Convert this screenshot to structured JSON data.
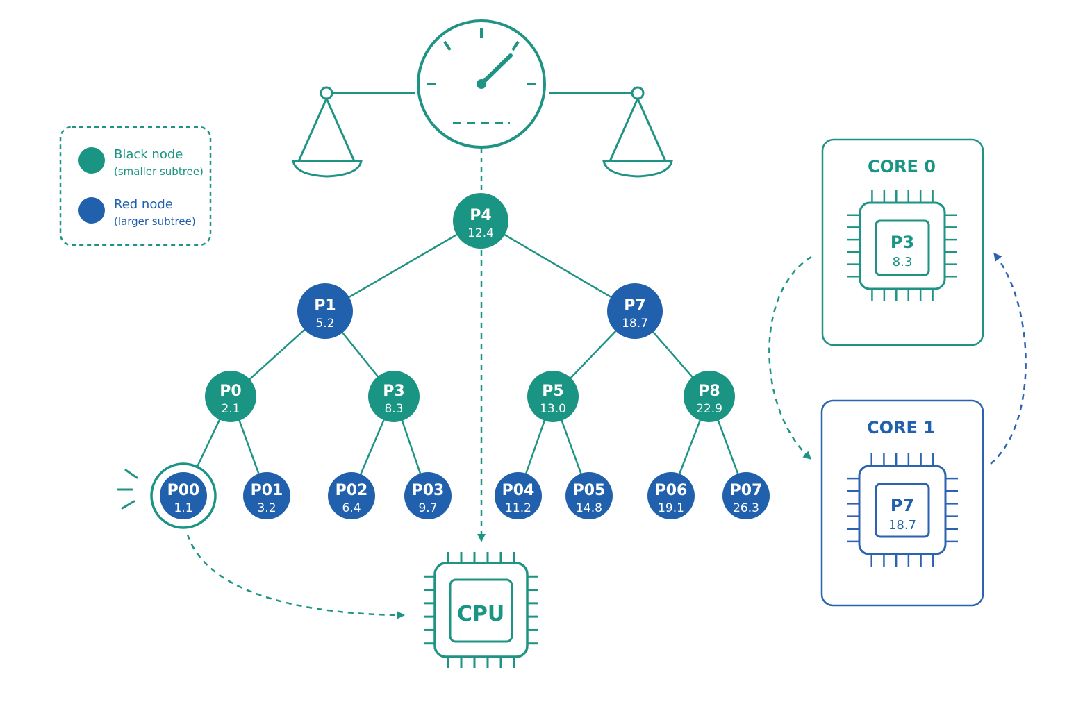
{
  "colors": {
    "black_node": "#1a9483",
    "red_node": "#2060ad",
    "teal_line": "#1f9384",
    "blue_line": "#2c63b0"
  },
  "legend": {
    "black_title": "Black node",
    "black_sub": "(smaller subtree)",
    "red_title": "Red node",
    "red_sub": "(larger subtree)"
  },
  "tree": {
    "nodes": [
      {
        "id": "p4",
        "label": "P4",
        "value": "12.4",
        "color": "black"
      },
      {
        "id": "p1",
        "label": "P1",
        "value": "5.2",
        "color": "red"
      },
      {
        "id": "p7",
        "label": "P7",
        "value": "18.7",
        "color": "red"
      },
      {
        "id": "p0",
        "label": "P0",
        "value": "2.1",
        "color": "black"
      },
      {
        "id": "p3",
        "label": "P3",
        "value": "8.3",
        "color": "black"
      },
      {
        "id": "p5",
        "label": "P5",
        "value": "13.0",
        "color": "black"
      },
      {
        "id": "p8",
        "label": "P8",
        "value": "22.9",
        "color": "black"
      },
      {
        "id": "p00",
        "label": "P00",
        "value": "1.1",
        "color": "red",
        "selected": true
      },
      {
        "id": "p01",
        "label": "P01",
        "value": "3.2",
        "color": "red"
      },
      {
        "id": "p02",
        "label": "P02",
        "value": "6.4",
        "color": "red"
      },
      {
        "id": "p03",
        "label": "P03",
        "value": "9.7",
        "color": "red"
      },
      {
        "id": "p04",
        "label": "P04",
        "value": "11.2",
        "color": "red"
      },
      {
        "id": "p05",
        "label": "P05",
        "value": "14.8",
        "color": "red"
      },
      {
        "id": "p06",
        "label": "P06",
        "value": "19.1",
        "color": "red"
      },
      {
        "id": "p07",
        "label": "P07",
        "value": "26.3",
        "color": "red"
      }
    ],
    "edges": [
      [
        "p4",
        "p1"
      ],
      [
        "p4",
        "p7"
      ],
      [
        "p1",
        "p0"
      ],
      [
        "p1",
        "p3"
      ],
      [
        "p7",
        "p5"
      ],
      [
        "p7",
        "p8"
      ],
      [
        "p0",
        "p00"
      ],
      [
        "p0",
        "p01"
      ],
      [
        "p3",
        "p02"
      ],
      [
        "p3",
        "p03"
      ],
      [
        "p5",
        "p04"
      ],
      [
        "p5",
        "p05"
      ],
      [
        "p8",
        "p06"
      ],
      [
        "p8",
        "p07"
      ]
    ]
  },
  "cpu": {
    "label": "CPU"
  },
  "cores": [
    {
      "title": "CORE 0",
      "chip_label": "P3",
      "chip_value": "8.3",
      "color": "teal"
    },
    {
      "title": "CORE 1",
      "chip_label": "P7",
      "chip_value": "18.7",
      "color": "blue"
    }
  ]
}
